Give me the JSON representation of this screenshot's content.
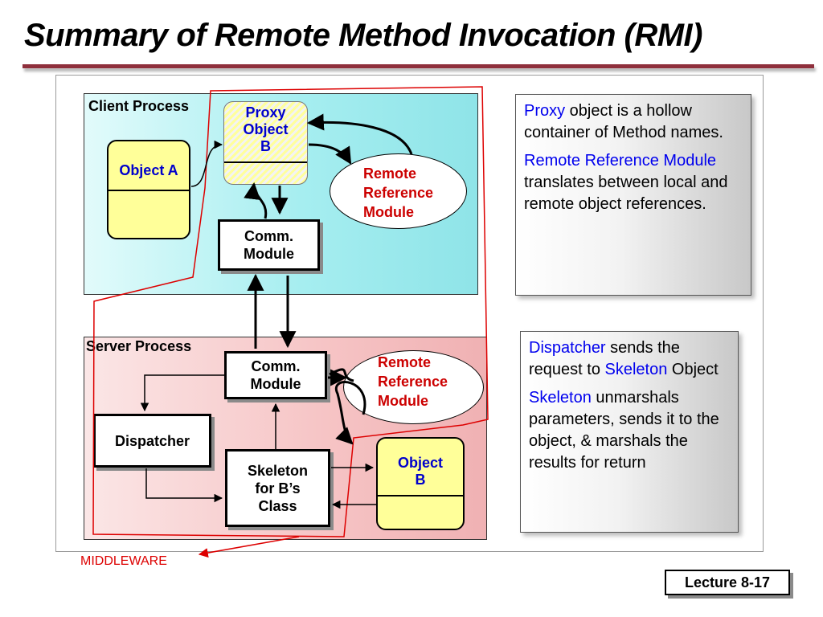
{
  "title": "Summary of Remote Method Invocation (RMI)",
  "client": {
    "label": "Client\nProcess",
    "object_a": "Object A",
    "proxy": "Proxy\nObject\nB",
    "comm_module": "Comm.\nModule",
    "remote_ref": "Remote\nReference\nModule"
  },
  "server": {
    "label": "Server\nProcess",
    "comm_module": "Comm.\nModule",
    "remote_ref": "Remote\nReference\nModule",
    "dispatcher": "Dispatcher",
    "skeleton": "Skeleton\nfor B’s\nClass",
    "object_b": "Object\nB"
  },
  "notes": {
    "top": {
      "p1_term": "Proxy",
      "p1_text": " object is a hollow container of Method names.",
      "p2_term": "Remote Reference Module",
      "p2_text": " translates between local and remote object references."
    },
    "bottom": {
      "p1_term": "Dispatcher",
      "p1_text_a": " sends the request to ",
      "p1_term2": "Skeleton",
      "p1_text_b": " Object",
      "p2_term": "Skeleton",
      "p2_text": " unmarshals parameters, sends it to the object, & marshals the results for return"
    }
  },
  "middleware_label": "MIDDLEWARE",
  "footer": "Lecture 8-17",
  "colors": {
    "title_rule": "#8f2f3c",
    "client_bg": "#a6eef0",
    "server_bg": "#f6c4c5",
    "object_fill": "#ffff99",
    "term_blue": "#0000ee",
    "ref_red": "#cc0000",
    "middleware_red": "#dd0000"
  }
}
